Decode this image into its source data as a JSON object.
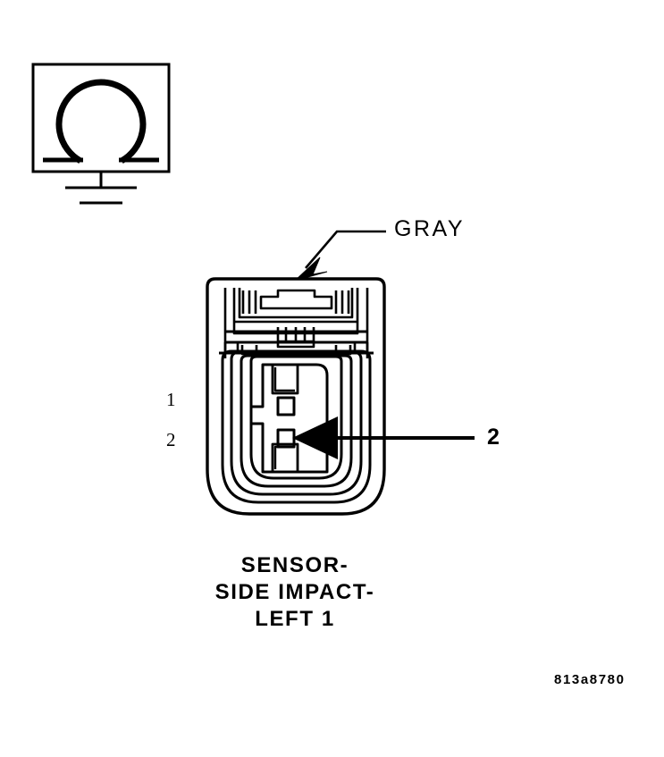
{
  "figure": {
    "code": "813a8780",
    "caption_lines": [
      "SENSOR-",
      "SIDE IMPACT-",
      "LEFT 1"
    ],
    "caption_full": "SENSOR-SIDE IMPACT-LEFT 1"
  },
  "symbols": {
    "ground_resistor": {
      "name": "omega-ground-symbol",
      "glyph": "ohm",
      "description": "Omega in box above chassis ground"
    }
  },
  "callouts": {
    "wire_color": {
      "label": "GRAY",
      "points_to": "connector-body-top"
    },
    "terminal_callout": {
      "label": "2",
      "points_to": "cavity-2"
    }
  },
  "connector": {
    "name": "SENSOR-SIDE IMPACT-LEFT 1",
    "cavity_labels": [
      "1",
      "2"
    ],
    "cavity_count": 2
  },
  "colors": {
    "line": "#000000",
    "background": "#ffffff",
    "fill": "#ffffff"
  }
}
